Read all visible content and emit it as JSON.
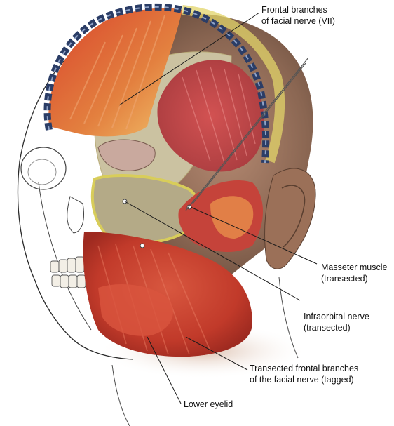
{
  "labels": {
    "frontal_branches": [
      "Frontal branches",
      "of facial nerve (VII)"
    ],
    "masseter": [
      "Masseter muscle",
      "(transected)"
    ],
    "infraorbital": [
      "Infraorbital nerve",
      "(transected)"
    ],
    "transected_frontal": [
      "Transected frontal branches",
      "of the facial nerve (tagged)"
    ],
    "lower_eyelid": [
      "Lower eyelid"
    ]
  },
  "colors": {
    "skin_dark": "#7a5a47",
    "skin_light": "#c9a791",
    "muscle_red": "#c43a2c",
    "muscle_orange": "#e07a3c",
    "bone": "#cfc5a4",
    "fat_yellow": "#e8d56a",
    "clip_blue": "#2b3d66",
    "leader": "#1a1a1a"
  }
}
